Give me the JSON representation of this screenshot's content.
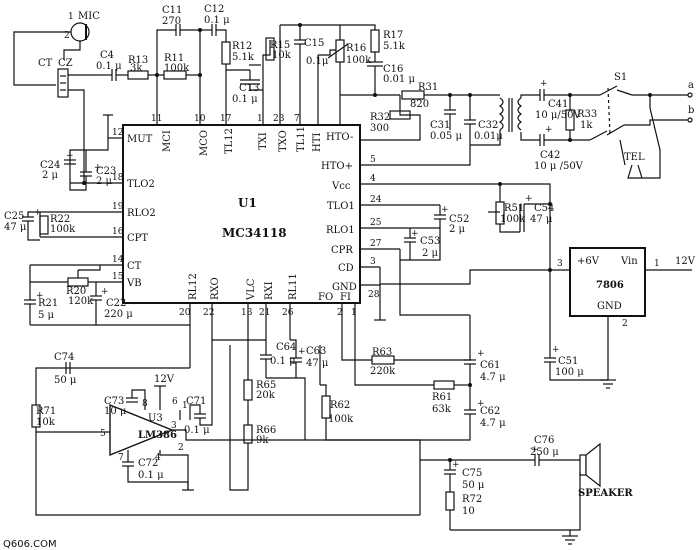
{
  "watermark": "Q606.COM",
  "chips": {
    "u1": {
      "name": "U1",
      "part": "MC34118"
    },
    "u3": {
      "name": "U3",
      "part": "LM386"
    },
    "reg": {
      "part": "7806",
      "vin": "Vin",
      "vout": "+6V",
      "gnd": "GND"
    }
  },
  "u1_pins_left": [
    {
      "num": "12",
      "name": "MUT"
    },
    {
      "num": "18",
      "name": "TLO2"
    },
    {
      "num": "19",
      "name": "RLO2"
    },
    {
      "num": "16",
      "name": "CPT"
    },
    {
      "num": "14",
      "name": "CT"
    },
    {
      "num": "15",
      "name": "VB"
    }
  ],
  "u1_pins_top": [
    {
      "num": "11",
      "name": "MCI"
    },
    {
      "num": "10",
      "name": "MCO"
    },
    {
      "num": "17",
      "name": "TL12"
    },
    {
      "num": "1",
      "name": "TXI"
    },
    {
      "num": "23",
      "name": "TXO"
    },
    {
      "num": "7",
      "name": "TL11"
    },
    {
      "num": "",
      "name": "HTI"
    }
  ],
  "u1_pins_right": [
    {
      "num": "",
      "name": "HTO-"
    },
    {
      "num": "5",
      "name": "HTO+"
    },
    {
      "num": "4",
      "name": "Vcc"
    },
    {
      "num": "24",
      "name": "TLO1"
    },
    {
      "num": "25",
      "name": "RLO1"
    },
    {
      "num": "27",
      "name": "CPR"
    },
    {
      "num": "3",
      "name": "CD"
    },
    {
      "num": "28",
      "name": "GND"
    }
  ],
  "u1_pins_bottom": [
    {
      "num": "20",
      "name": "RL12"
    },
    {
      "num": "22",
      "name": "RXO"
    },
    {
      "num": "13",
      "name": "VLC"
    },
    {
      "num": "21",
      "name": "RXI"
    },
    {
      "num": "26",
      "name": "RL11"
    },
    {
      "num": "2",
      "name": "FO"
    },
    {
      "num": "1",
      "name": "FI"
    }
  ],
  "components": {
    "mic": "MIC",
    "mic_pin1": "1",
    "mic_pin2": "2",
    "ct": "CT",
    "cz": "CZ",
    "c4": {
      "ref": "C4",
      "val": "0.1 μ"
    },
    "r13": {
      "ref": "R13",
      "val": "3k"
    },
    "c11": {
      "ref": "C11",
      "val": "270"
    },
    "c12": {
      "ref": "C12",
      "val": "0.1 μ"
    },
    "r11": {
      "ref": "R11",
      "val": "100k"
    },
    "r12": {
      "ref": "R12",
      "val": "5.1k"
    },
    "c13": {
      "ref": "C13",
      "val": "0.1 μ"
    },
    "r15": {
      "ref": "R15",
      "val": "10k"
    },
    "c15": {
      "ref": "C15",
      "val": "0.1μ"
    },
    "r16": {
      "ref": "R16",
      "val": "100k"
    },
    "r17": {
      "ref": "R17",
      "val": "5.1k"
    },
    "c16": {
      "ref": "C16",
      "val": "0.01 μ"
    },
    "r31": {
      "ref": "R31",
      "val": "820"
    },
    "r32": {
      "ref": "R32",
      "val": "300"
    },
    "c31": {
      "ref": "C31",
      "val": "0.05 μ"
    },
    "c32": {
      "ref": "C32",
      "val": "0.01μ"
    },
    "c41": {
      "ref": "C41",
      "val": "10 μ/50V"
    },
    "r33": {
      "ref": "R33",
      "val": "1k"
    },
    "c42": {
      "ref": "C42",
      "val": "10 μ /50V"
    },
    "s1": "S1",
    "tel": "TEL",
    "term_a": "a",
    "term_b": "b",
    "c24": {
      "ref": "C24",
      "val": "2 μ"
    },
    "c23": {
      "ref": "C23",
      "val": "2 μ"
    },
    "c25": {
      "ref": "C25",
      "val": "47 μ"
    },
    "r22": {
      "ref": "R22",
      "val": "100k"
    },
    "r21": {
      "ref": "R21",
      "val": "5 μ"
    },
    "r20": {
      "ref": "R20",
      "val": "120k"
    },
    "c22": {
      "ref": "C22",
      "val": "220 μ"
    },
    "c52": {
      "ref": "C52",
      "val": "2 μ"
    },
    "c53": {
      "ref": "C53",
      "val": "2 μ"
    },
    "r51": {
      "ref": "R51",
      "val": "100k"
    },
    "c54": {
      "ref": "C54",
      "val": "47 μ"
    },
    "c51": {
      "ref": "C51",
      "val": "100 μ"
    },
    "v12": "12V",
    "reg_pin_in": "1",
    "reg_pin_out": "3",
    "reg_pin_gnd": "2",
    "c74": {
      "ref": "C74",
      "val": "50 μ"
    },
    "r71": {
      "ref": "R71",
      "val": "10k"
    },
    "c73": {
      "ref": "C73",
      "val": "10 μ"
    },
    "c71": {
      "ref": "C71",
      "val": "0.1 μ"
    },
    "c72": {
      "ref": "C72",
      "val": "0.1 μ"
    },
    "v12b": "12V",
    "u3_pins": {
      "p6": "6",
      "p1": "1",
      "p8": "8",
      "p3": "3",
      "p5": "5",
      "p7": "7",
      "p4": "4",
      "p2": "2"
    },
    "c64": {
      "ref": "C64",
      "val": "0.1 μ"
    },
    "c63": {
      "ref": "C63",
      "val": "47 μ"
    },
    "r65": {
      "ref": "R65",
      "val": "20k"
    },
    "r66": {
      "ref": "R66",
      "val": "9k"
    },
    "r62": {
      "ref": "R62",
      "val": "100k"
    },
    "r63": {
      "ref": "R63",
      "val": "220k"
    },
    "c61": {
      "ref": "C61",
      "val": "4.7 μ"
    },
    "r61": {
      "ref": "R61",
      "val": "63k"
    },
    "c62": {
      "ref": "C62",
      "val": "4.7 μ"
    },
    "c76": {
      "ref": "C76",
      "val": "250 μ"
    },
    "c75": {
      "ref": "C75",
      "val": "50 μ"
    },
    "r72": {
      "ref": "R72",
      "val": "10"
    },
    "speaker": "SPEAKER"
  }
}
